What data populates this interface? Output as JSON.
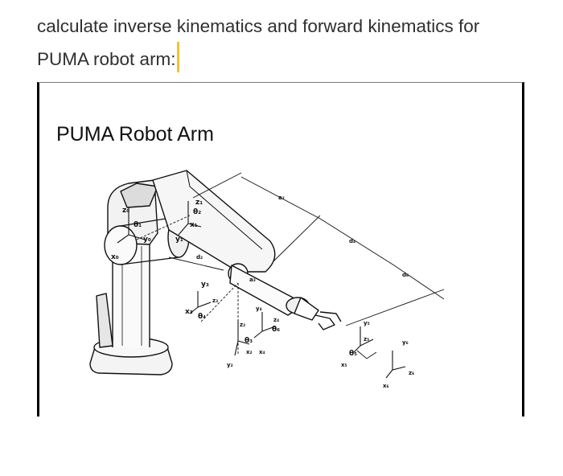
{
  "question": {
    "text": "calculate inverse kinematics and forward kinematics for PUMA robot arm:"
  },
  "figure": {
    "title": "PUMA Robot Arm",
    "labels": {
      "z0": "z₀",
      "theta1": "θ₁",
      "y0": "y₀",
      "x0": "x₀",
      "z1": "z₁",
      "theta2": "θ₂",
      "x1": "x₁",
      "y1": "y₁",
      "a2": "a₂",
      "d2": "d₂",
      "d3": "a₃",
      "d4": "d₄",
      "d6": "d₆",
      "y3": "y₃",
      "z3": "z₃",
      "x3": "x₃",
      "theta4": "θ₄",
      "z2": "z₂",
      "theta3": "θ₃",
      "x2": "x₂",
      "y2": "y₂",
      "y4": "y₄",
      "z4": "z₄",
      "x4": "x₄",
      "theta6": "θ₆",
      "y5": "y₅",
      "z5": "z₅",
      "theta5": "θ₅",
      "x5": "x₅",
      "y6": "y₆",
      "z6": "z₆",
      "x6": "x₆"
    }
  }
}
